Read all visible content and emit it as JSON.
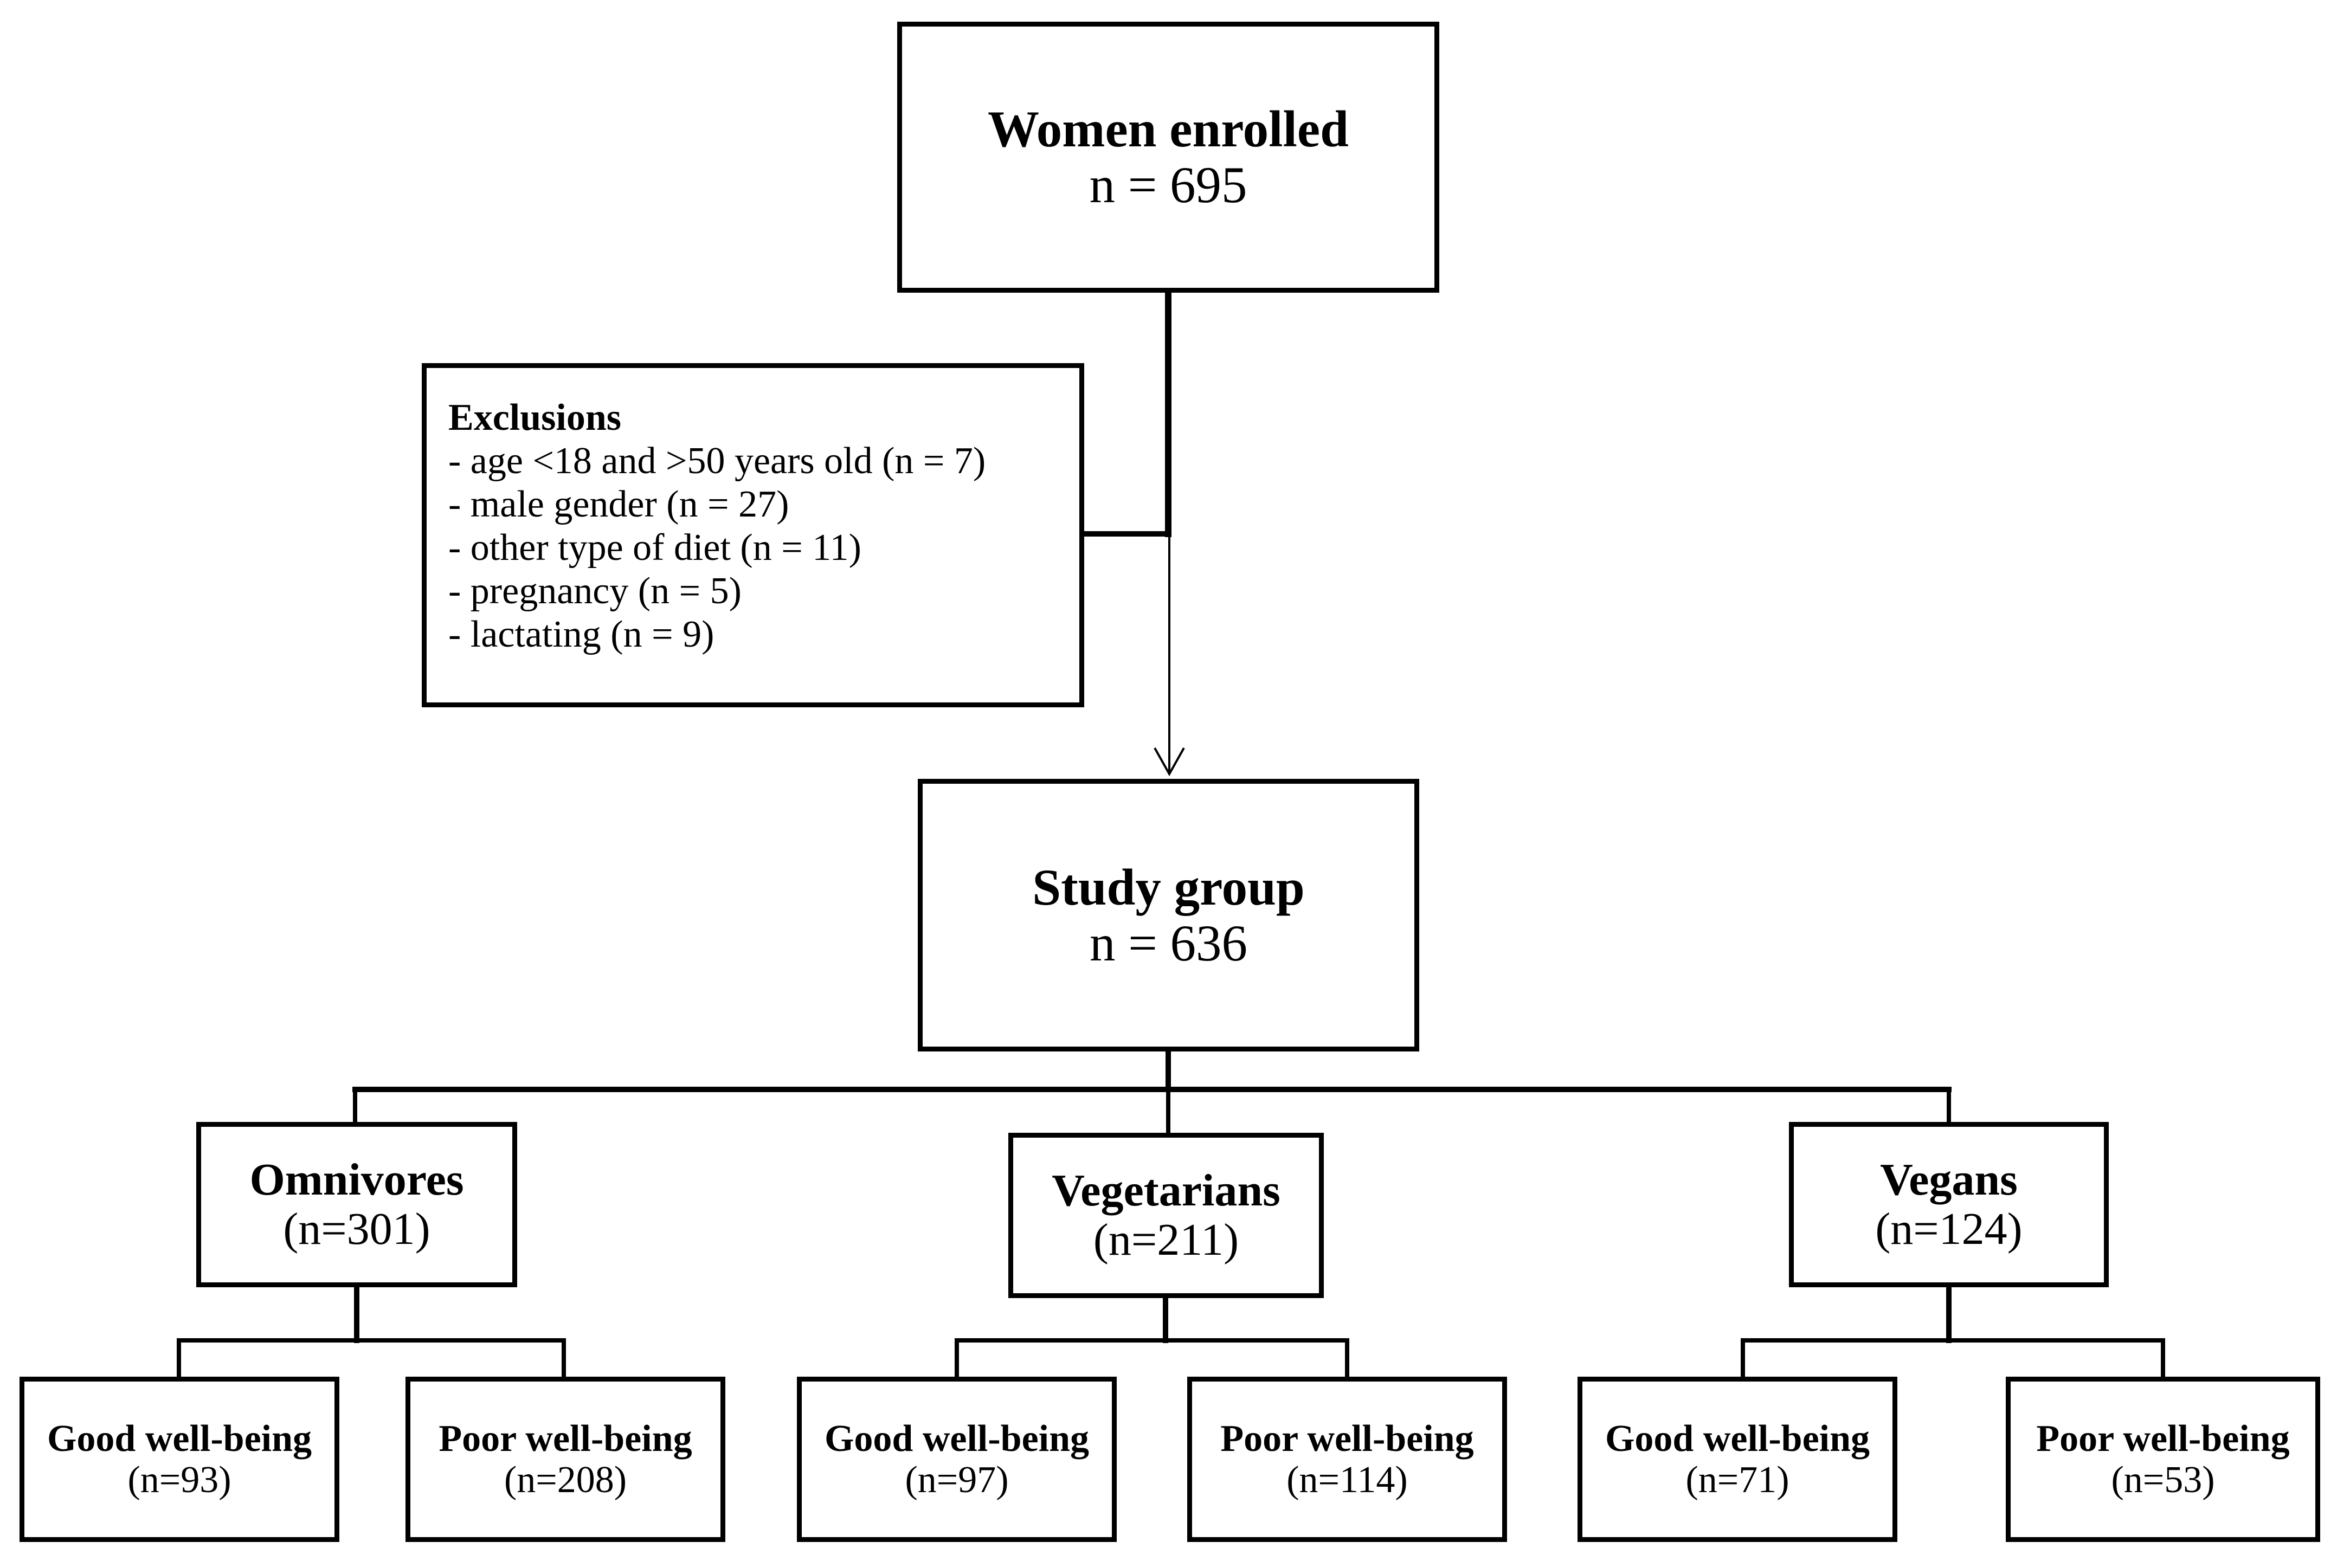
{
  "enrolled": {
    "title": "Women enrolled",
    "count": "n = 695"
  },
  "exclusions": {
    "title": "Exclusions",
    "items": [
      "- age <18 and >50 years old (n = 7)",
      "- male gender (n = 27)",
      "- other type of diet (n = 11)",
      "- pregnancy (n = 5)",
      "- lactating (n = 9)"
    ]
  },
  "study": {
    "title": "Study group",
    "count": "n = 636"
  },
  "groups": [
    {
      "title": "Omnivores",
      "count": "(n=301)",
      "good": {
        "title": "Good well-being",
        "count": "(n=93)"
      },
      "poor": {
        "title": "Poor well-being",
        "count": "(n=208)"
      }
    },
    {
      "title": "Vegetarians",
      "count": "(n=211)",
      "good": {
        "title": "Good well-being",
        "count": "(n=97)"
      },
      "poor": {
        "title": "Poor well-being",
        "count": "(n=114)"
      }
    },
    {
      "title": "Vegans",
      "count": "(n=124)",
      "good": {
        "title": "Good well-being",
        "count": "(n=71)"
      },
      "poor": {
        "title": "Poor well-being",
        "count": "(n=53)"
      }
    }
  ]
}
